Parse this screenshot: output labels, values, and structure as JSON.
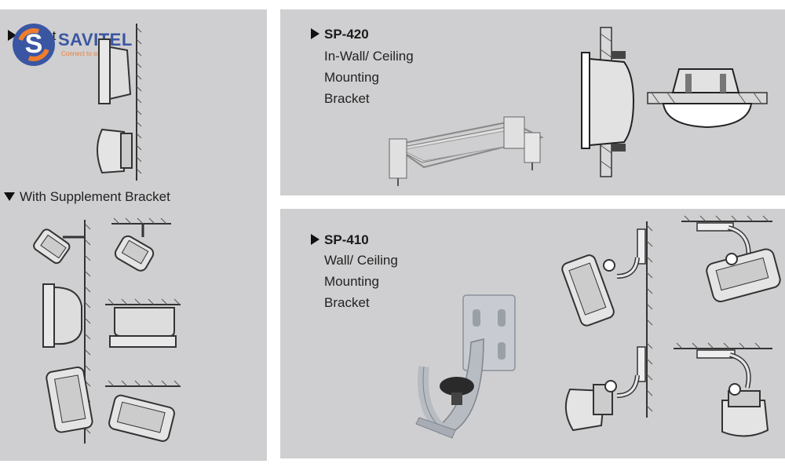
{
  "left_panel": {
    "direct_label": "Direct",
    "supplement_label": "With Supplement Bracket"
  },
  "logo": {
    "brand": "SAVITEL",
    "tagline": "Connect to success",
    "colors": {
      "primary": "#3a56a3",
      "accent": "#ef7d2e"
    }
  },
  "sp420": {
    "title": "SP-420",
    "lines": [
      "In-Wall/ Ceiling",
      "Mounting",
      "Bracket"
    ]
  },
  "sp410": {
    "title": "SP-410",
    "lines": [
      "Wall/ Ceiling",
      "Mounting",
      "Bracket"
    ]
  },
  "colors": {
    "panel": "#cfcfd1",
    "line": "#333333",
    "metal": "#b9bcc2"
  }
}
